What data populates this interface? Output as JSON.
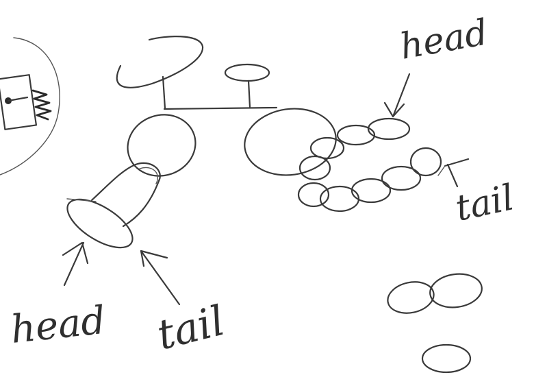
{
  "labels": {
    "head_top_right": "head",
    "tail_right": "tail",
    "head_bottom_left": "head",
    "tail_bottom": "tail"
  },
  "colors": {
    "background": "#ffffff",
    "ink": "#3a3a3a"
  }
}
